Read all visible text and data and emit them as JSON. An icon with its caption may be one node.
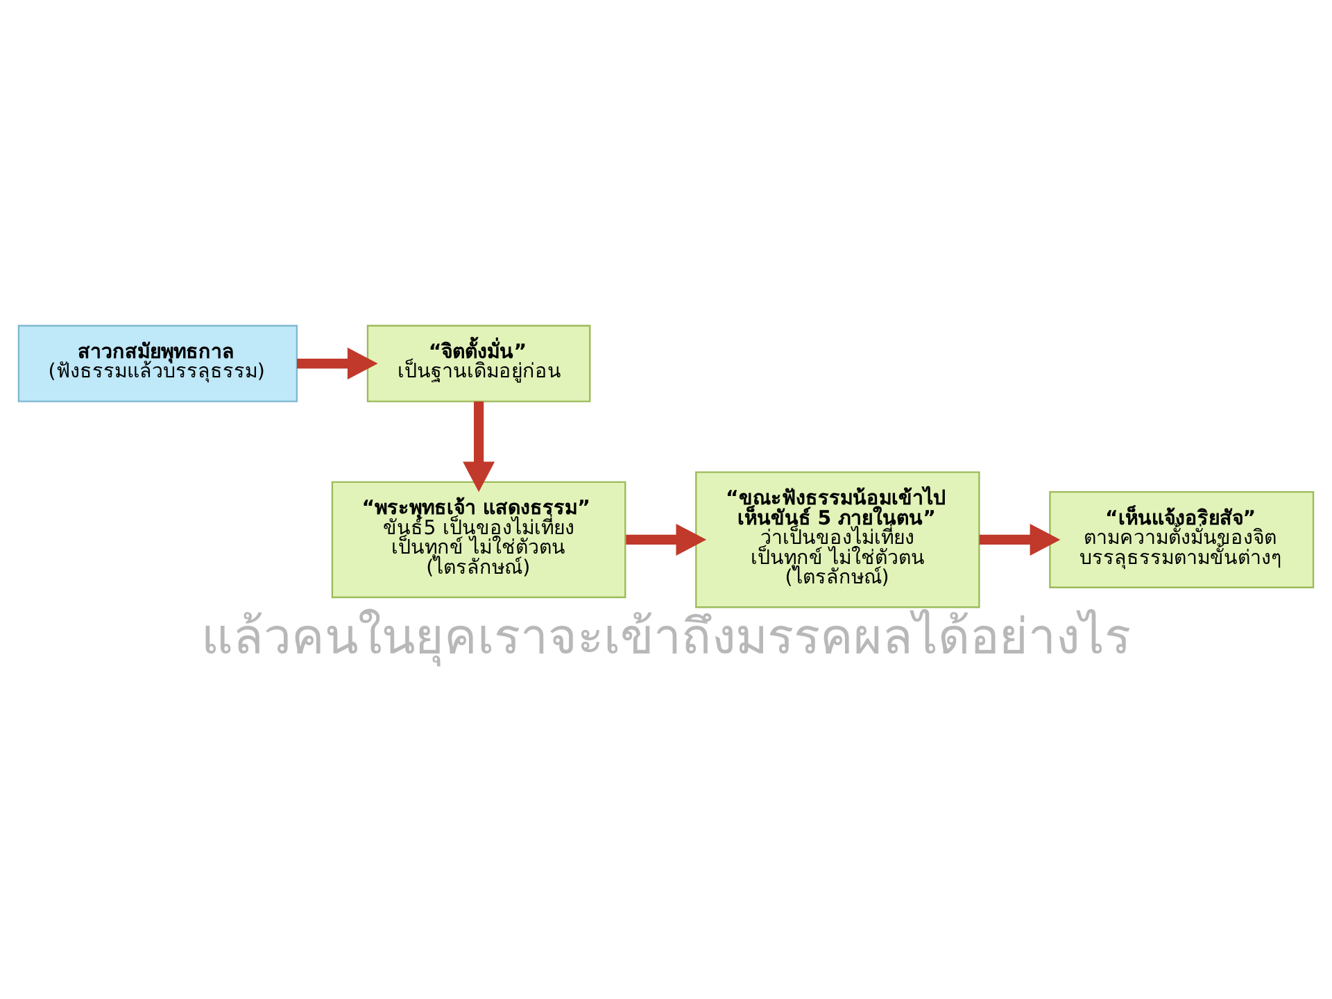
{
  "diagram": {
    "title": "แล้วคนในยุคเราจะเข้าถึงมรรคผลได้อย่างไร",
    "nodes": [
      {
        "text": [
          "สาวกสมัยพุทธกาล",
          "(ฟังธรรมแล้วบรรลุธรรม)"
        ]
      },
      {
        "text": [
          "“จิตตั้งมั่น”",
          "เป็นฐานเดิมอยู่ก่อน"
        ]
      },
      {
        "text": [
          "“พระพุทธเจ้า แสดงธรรม”",
          "ขันธ์5 เป็นของไม่เที่ยง เป็นทุกข์ ไม่ใช่ตัวตน (ไตรลักษณ์)"
        ]
      },
      {
        "text": [
          "“ขณะฟังธรรมน้อมเข้าไป เห็นขันธ์ 5 ภายในตน”",
          "ว่าเป็นของไม่เที่ยง เป็นทุกข์ ไม่ใช่ตัวตน (ไตรลักษณ์)"
        ]
      },
      {
        "text": [
          "“เห็นแจ้งอริยสัจ”",
          "ตามความตั้งมั่นของจิต บรรลุธรรมตามขั้นต่างๆ"
        ]
      }
    ],
    "edges": [
      {
        "from": 0,
        "to": 1,
        "arrow": "to"
      },
      {
        "from": 1,
        "to": 2,
        "arrow": "to"
      },
      {
        "from": 2,
        "to": 3,
        "arrow": "to"
      },
      {
        "from": 3,
        "to": 4,
        "arrow": "to"
      }
    ]
  }
}
